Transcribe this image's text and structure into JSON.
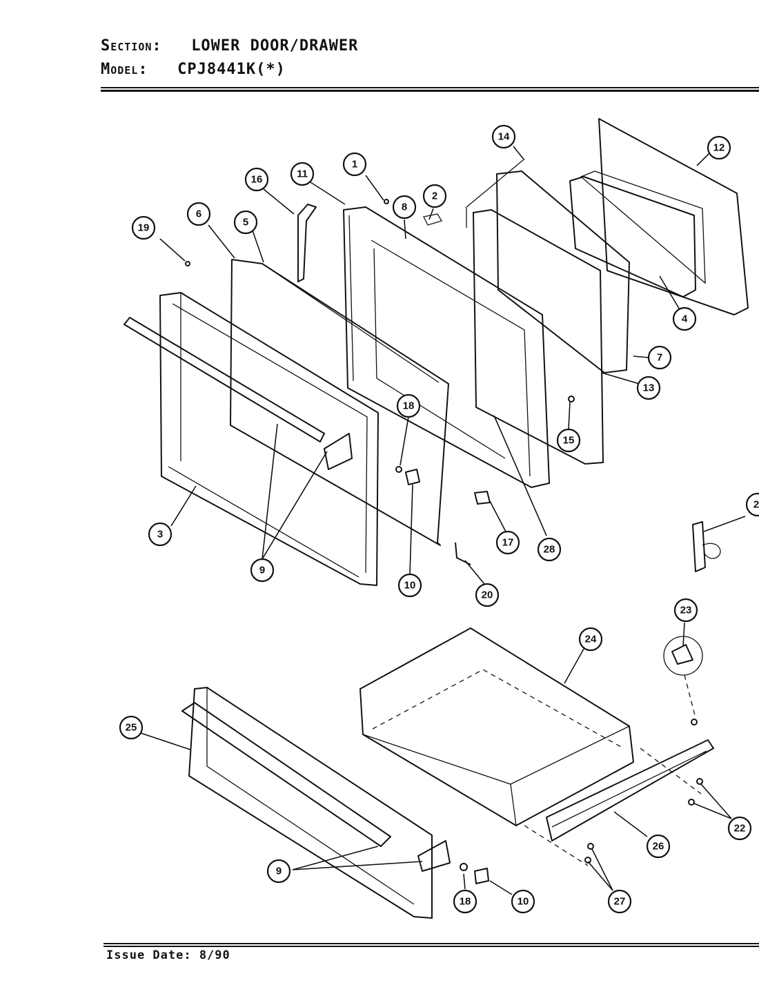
{
  "header": {
    "section_label": "Section:",
    "section_value": "LOWER DOOR/DRAWER",
    "model_label": "Model:",
    "model_value": "CPJ8441K(*)"
  },
  "footer": {
    "issue_date": "Issue Date: 8/90"
  },
  "callouts": [
    "1",
    "2",
    "2",
    "3",
    "4",
    "5",
    "6",
    "7",
    "8",
    "9",
    "9",
    "10",
    "10",
    "11",
    "12",
    "13",
    "14",
    "15",
    "16",
    "17",
    "18",
    "18",
    "19",
    "20",
    "22",
    "23",
    "24",
    "25",
    "26",
    "27",
    "28"
  ]
}
